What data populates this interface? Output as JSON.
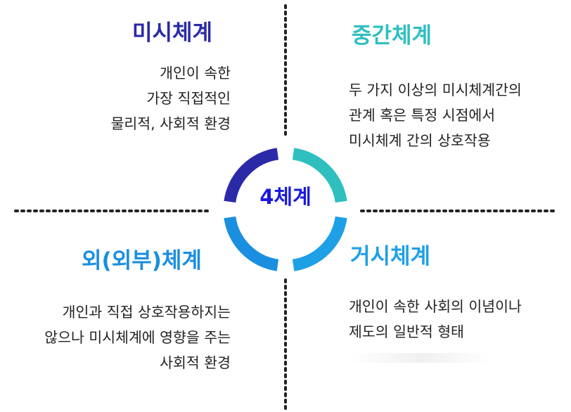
{
  "colors": {
    "micro": "#2a2aa8",
    "meso": "#2fbfbf",
    "exo": "#1a8fe0",
    "macro": "#1ea0e6",
    "center": "#1a1ae0",
    "divider": "#222222"
  },
  "center": {
    "label": "4체계"
  },
  "micro": {
    "title": "미시체계",
    "lines": [
      "개인이 속한",
      "가장 직접적인",
      "물리적, 사회적 환경"
    ]
  },
  "meso": {
    "title": "중간체계",
    "lines": [
      "두 가지 이상의 미시체계간의",
      "관계 혹은 특정 시점에서",
      "미시체계 간의 상호작용"
    ]
  },
  "exo": {
    "title": "외(외부)체계",
    "lines": [
      "개인과 직접 상호작용하지는",
      "않으나 미시체계에 영향을 주는",
      "사회적 환경"
    ]
  },
  "macro": {
    "title": "거시체계",
    "lines": [
      "개인이 속한 사회의 이념이나",
      "제도의 일반적 형태"
    ]
  }
}
